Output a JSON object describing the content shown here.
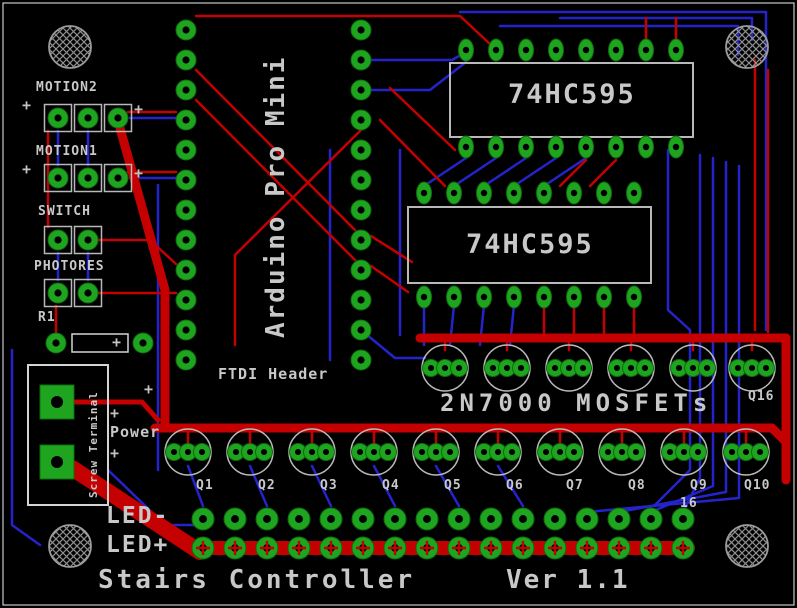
{
  "colors": {
    "background": "#000000",
    "top_copper": "#c40000",
    "bottom_copper": "#2424cc",
    "pad_green": "#1fa41f",
    "pad_hole": "#000000",
    "silkscreen": "#b8b8b8",
    "text": "#c8c8c8"
  },
  "labels": {
    "motion2": "MOTION2",
    "motion1": "MOTION1",
    "switch": "SWITCH",
    "photores": "PHOTORES",
    "r1": "R1",
    "arduino": "Arduino Pro Mini",
    "ftdi_header": "FTDI Header",
    "ic1": "74HC595",
    "ic2": "74HC595",
    "mosfets": "2N7000 MOSFETs",
    "power": "Power",
    "screw_terminal": "Screw Terminal",
    "led_minus": "LED-",
    "led_plus": "LED+",
    "board_name": "Stairs Controller",
    "version": "Ver 1.1",
    "q16": "Q16",
    "label_16": "16",
    "plus": "+"
  },
  "transistors": [
    "Q1",
    "Q2",
    "Q3",
    "Q4",
    "Q5",
    "Q6",
    "Q7",
    "Q8",
    "Q9",
    "Q10"
  ]
}
